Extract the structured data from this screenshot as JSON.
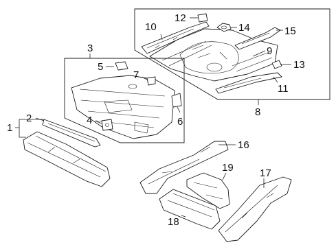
{
  "diagram": {
    "callouts": [
      {
        "id": "c1",
        "text": "1"
      },
      {
        "id": "c2",
        "text": "2"
      },
      {
        "id": "c3",
        "text": "3"
      },
      {
        "id": "c4",
        "text": "4"
      },
      {
        "id": "c5",
        "text": "5"
      },
      {
        "id": "c6",
        "text": "6"
      },
      {
        "id": "c7",
        "text": "7"
      },
      {
        "id": "c8",
        "text": "8"
      },
      {
        "id": "c9",
        "text": "9"
      },
      {
        "id": "c10",
        "text": "10"
      },
      {
        "id": "c11",
        "text": "11"
      },
      {
        "id": "c12",
        "text": "12"
      },
      {
        "id": "c13",
        "text": "13"
      },
      {
        "id": "c14",
        "text": "14"
      },
      {
        "id": "c15",
        "text": "15"
      },
      {
        "id": "c16",
        "text": "16"
      },
      {
        "id": "c17",
        "text": "17"
      },
      {
        "id": "c18",
        "text": "18"
      },
      {
        "id": "c19",
        "text": "19"
      }
    ]
  },
  "colors": {
    "line": "#1a1a1a",
    "background": "#ffffff"
  }
}
